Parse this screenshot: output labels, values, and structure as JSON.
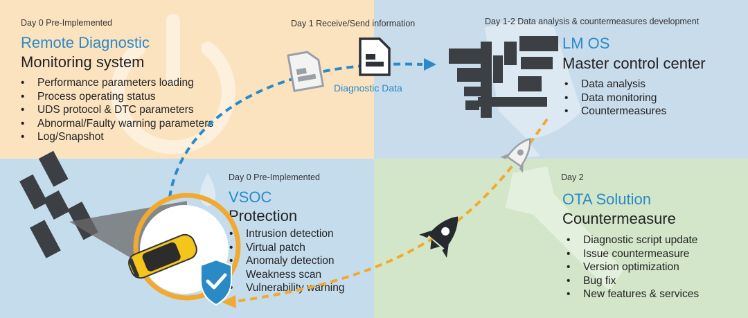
{
  "remote": {
    "day": "Day 0 Pre-Implemented",
    "title": "Remote Diagnostic",
    "subtitle": "Monitoring system",
    "items": [
      "Performance parameters loading",
      "Process operating status",
      "UDS protocol & DTC parameters",
      "Abnormal/Faulty warning parameters",
      "Log/Snapshot"
    ]
  },
  "transfer": {
    "day": "Day 1 Receive/Send information",
    "label": "Diagnostic Data"
  },
  "lmos": {
    "day": "Day 1-2 Data analysis & countermeasures development",
    "title": "LM OS",
    "subtitle": "Master control center",
    "items": [
      "Data analysis",
      "Data monitoring",
      "Countermeasures"
    ]
  },
  "vsoc": {
    "day": "Day 0 Pre-Implemented",
    "title": "VSOC",
    "subtitle": "Protection",
    "items": [
      "Intrusion detection",
      "Virtual patch",
      "Anomaly detection",
      "Weakness scan",
      "Vulnerability warning"
    ]
  },
  "ota": {
    "day": "Day 2",
    "title": "OTA Solution",
    "subtitle": "Countermeasure",
    "items": [
      "Diagnostic script update",
      "Issue countermeasure",
      "Version optimization",
      "Bug fix",
      "New features & services"
    ]
  },
  "colors": {
    "blue_accent": "#2a8ac6",
    "orange_accent": "#f2a931",
    "dark_icon": "#3c3f44",
    "shield": "#2a8ac6"
  },
  "icons": [
    "document-icon",
    "document-icon",
    "space-station-icon",
    "satellite-icon",
    "car-icon",
    "shield-check-icon",
    "rocket-icon",
    "rocket-icon"
  ]
}
